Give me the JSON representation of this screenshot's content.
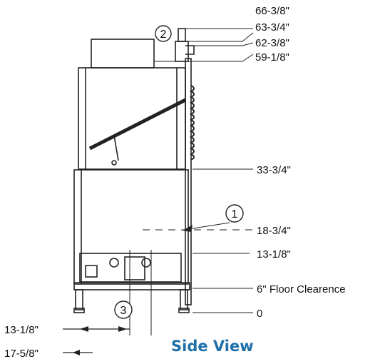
{
  "view_title": "Side View",
  "colors": {
    "title": "#1f6fa8",
    "ink": "#1a1a1a",
    "line": "#222222"
  },
  "height_dims": [
    "66-3/8\"",
    "63-3/4\"",
    "62-3/8\"",
    "59-1/8\"",
    "33-3/4\"",
    "18-3/4\"",
    "13-1/8\"",
    "6\" Floor Clearence",
    "0"
  ],
  "horizontal_dims": [
    "13-1/8\"",
    "17-5/8\""
  ],
  "callouts": [
    "1",
    "2",
    "3"
  ]
}
